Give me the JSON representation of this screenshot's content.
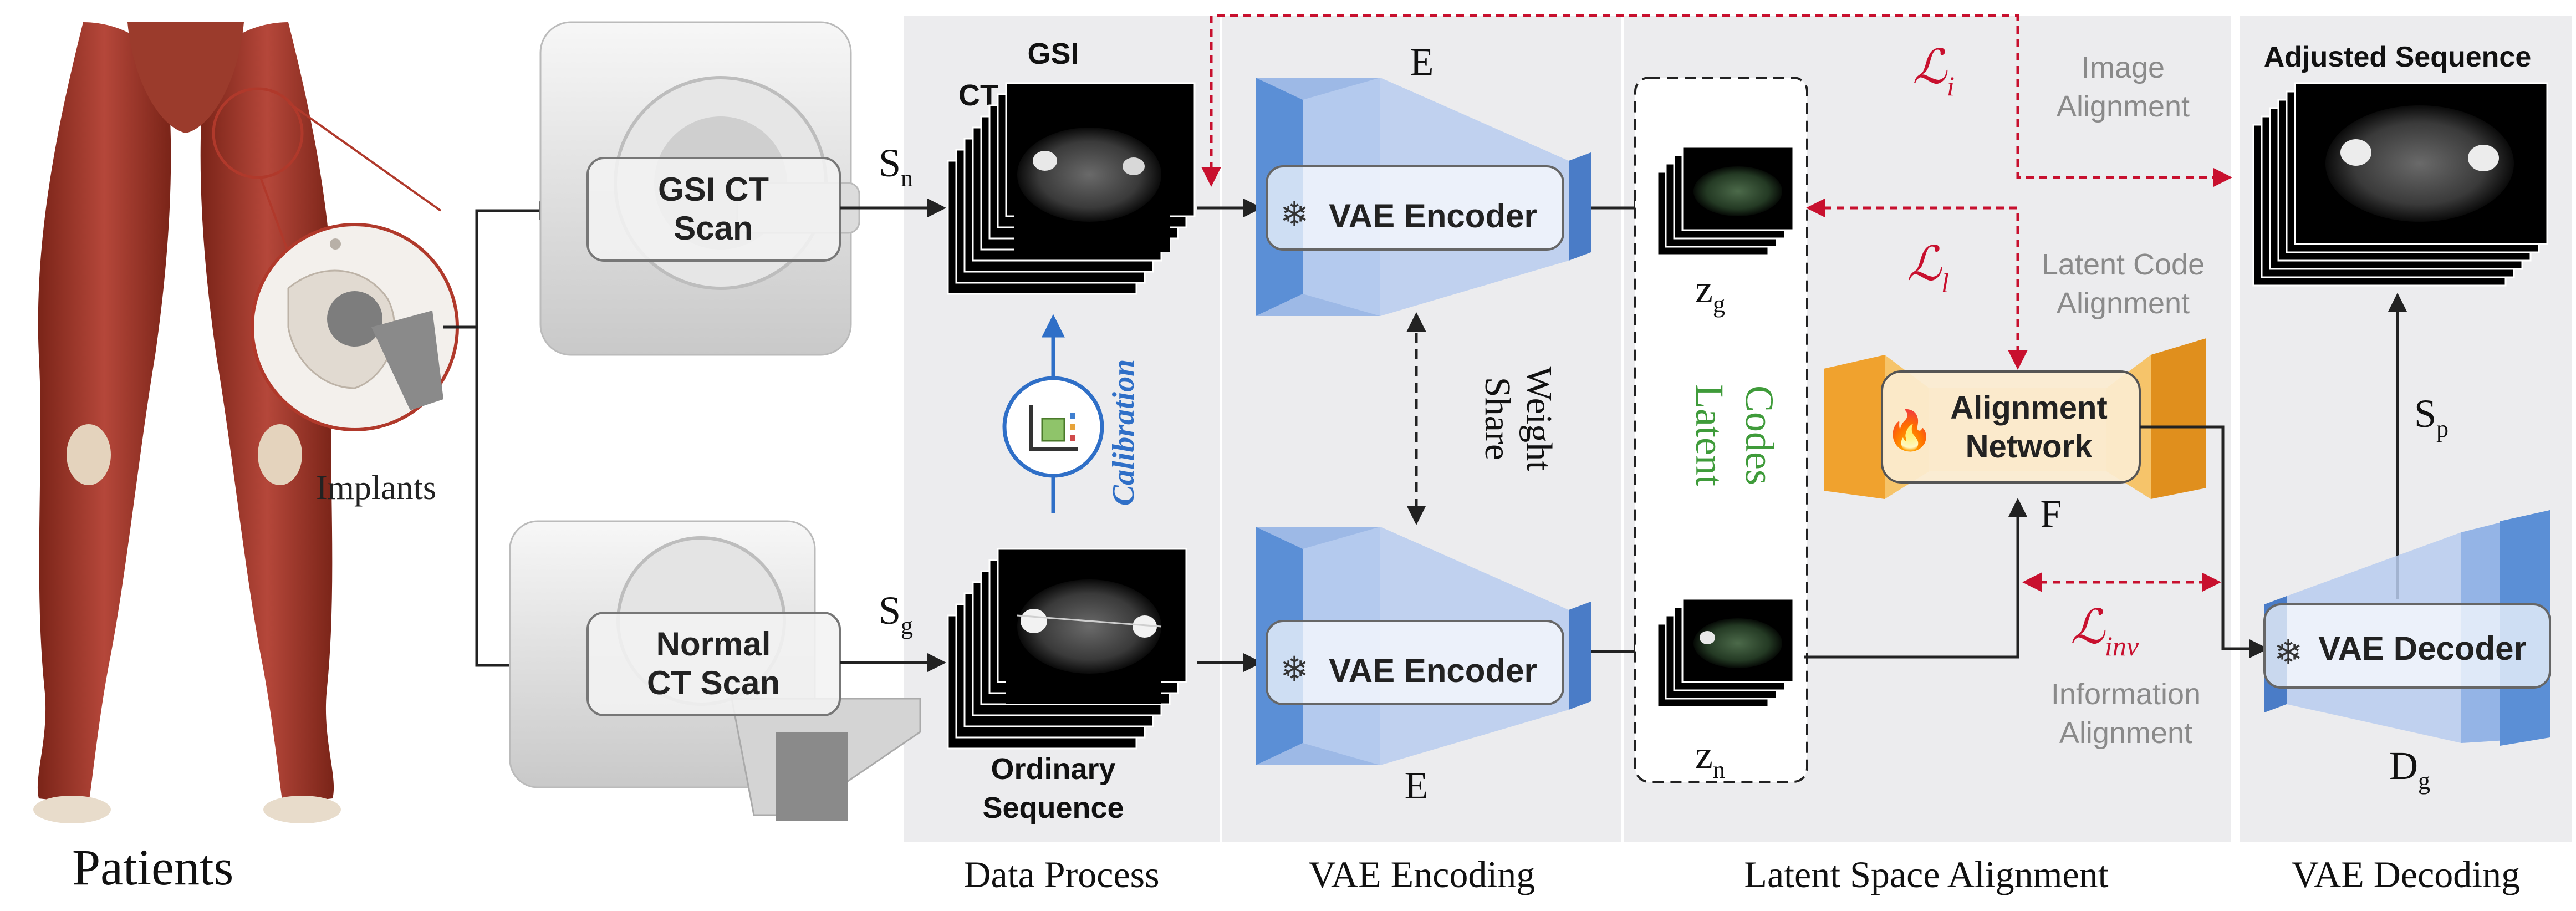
{
  "patients": {
    "label": "Patients",
    "implants_label": "Implants"
  },
  "scanners": {
    "gsi": {
      "line1": "GSI CT",
      "line2": "Scan",
      "output": "S",
      "output_sub": "n"
    },
    "normal": {
      "line1": "Normal",
      "line2": "CT Scan",
      "output": "S",
      "output_sub": "g"
    }
  },
  "data_process": {
    "gsi_title_line1": "GSI",
    "gsi_title_line2": "CT Sequence",
    "ordinary_line1": "Ordinary",
    "ordinary_line2": "Sequence",
    "calibration": "Calibration"
  },
  "encoding": {
    "encoder_top": "VAE Encoder",
    "encoder_bottom": "VAE Encoder",
    "e_top": "E",
    "e_bottom": "E",
    "share_line1": "Share",
    "share_line2": "Weight"
  },
  "latent": {
    "codes_line1": "Latent",
    "codes_line2": "Codes",
    "z_top": "z",
    "z_top_sub": "g",
    "z_bottom": "z",
    "z_bottom_sub": "n",
    "loss_i": "ℒ",
    "loss_i_sub": "i",
    "loss_l": "ℒ",
    "loss_l_sub": "l",
    "loss_inv": "ℒ",
    "loss_inv_sub": "inv",
    "image_align_line1": "Image",
    "image_align_line2": "Alignment",
    "latent_align_line1": "Latent Code",
    "latent_align_line2": "Alignment",
    "info_align_line1": "Information",
    "info_align_line2": "Alignment",
    "network_line1": "Alignment",
    "network_line2": "Network",
    "f_label": "F"
  },
  "decoding": {
    "adjusted": "Adjusted Sequence",
    "sp": "S",
    "sp_sub": "p",
    "decoder": "VAE Decoder",
    "dg": "D",
    "dg_sub": "g"
  },
  "sections": {
    "data_process": "Data Process",
    "vae_encoding": "VAE Encoding",
    "latent_alignment": "Latent Space Alignment",
    "vae_decoding": "VAE Decoding"
  },
  "colors": {
    "panel": "#ececee",
    "loss_red": "#c8102e",
    "latent_green": "#3f9b3a",
    "calib_blue": "#2f6fc7",
    "encoder_blue": "#5b8fd6",
    "network_orange": "#f0a22e",
    "arrow": "#222222",
    "gray_text": "#8a8a8a"
  }
}
